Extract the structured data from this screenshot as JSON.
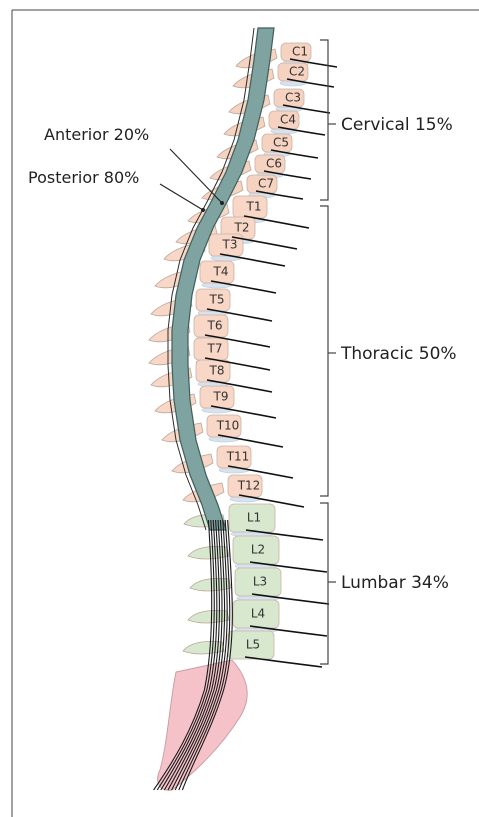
{
  "colors": {
    "cervical": "#f6d2c0",
    "thoracic": "#f8d7c6",
    "lumbar": "#d8e8cf",
    "sacral": "#f4c2c8",
    "spinal_cord": "#7fa3a0",
    "disc": "#d6e3ef",
    "nerve": "#111111",
    "bracket": "#444444"
  },
  "callouts": {
    "anterior": "Anterior 20%",
    "posterior": "Posterior 80%"
  },
  "regions": {
    "cervical": "Cervical 15%",
    "thoracic": "Thoracic 50%",
    "lumbar": "Lumbar 34%"
  },
  "vertebrae": [
    {
      "label": "C1",
      "region": "cervical"
    },
    {
      "label": "C2",
      "region": "cervical"
    },
    {
      "label": "C3",
      "region": "cervical"
    },
    {
      "label": "C4",
      "region": "cervical"
    },
    {
      "label": "C5",
      "region": "cervical"
    },
    {
      "label": "C6",
      "region": "cervical"
    },
    {
      "label": "C7",
      "region": "cervical"
    },
    {
      "label": "T1",
      "region": "thoracic"
    },
    {
      "label": "T2",
      "region": "thoracic"
    },
    {
      "label": "T3",
      "region": "thoracic"
    },
    {
      "label": "T4",
      "region": "thoracic"
    },
    {
      "label": "T5",
      "region": "thoracic"
    },
    {
      "label": "T6",
      "region": "thoracic"
    },
    {
      "label": "T7",
      "region": "thoracic"
    },
    {
      "label": "T8",
      "region": "thoracic"
    },
    {
      "label": "T9",
      "region": "thoracic"
    },
    {
      "label": "T10",
      "region": "thoracic"
    },
    {
      "label": "T11",
      "region": "thoracic"
    },
    {
      "label": "T12",
      "region": "thoracic"
    },
    {
      "label": "L1",
      "region": "lumbar"
    },
    {
      "label": "L2",
      "region": "lumbar"
    },
    {
      "label": "L3",
      "region": "lumbar"
    },
    {
      "label": "L4",
      "region": "lumbar"
    },
    {
      "label": "L5",
      "region": "lumbar"
    }
  ]
}
